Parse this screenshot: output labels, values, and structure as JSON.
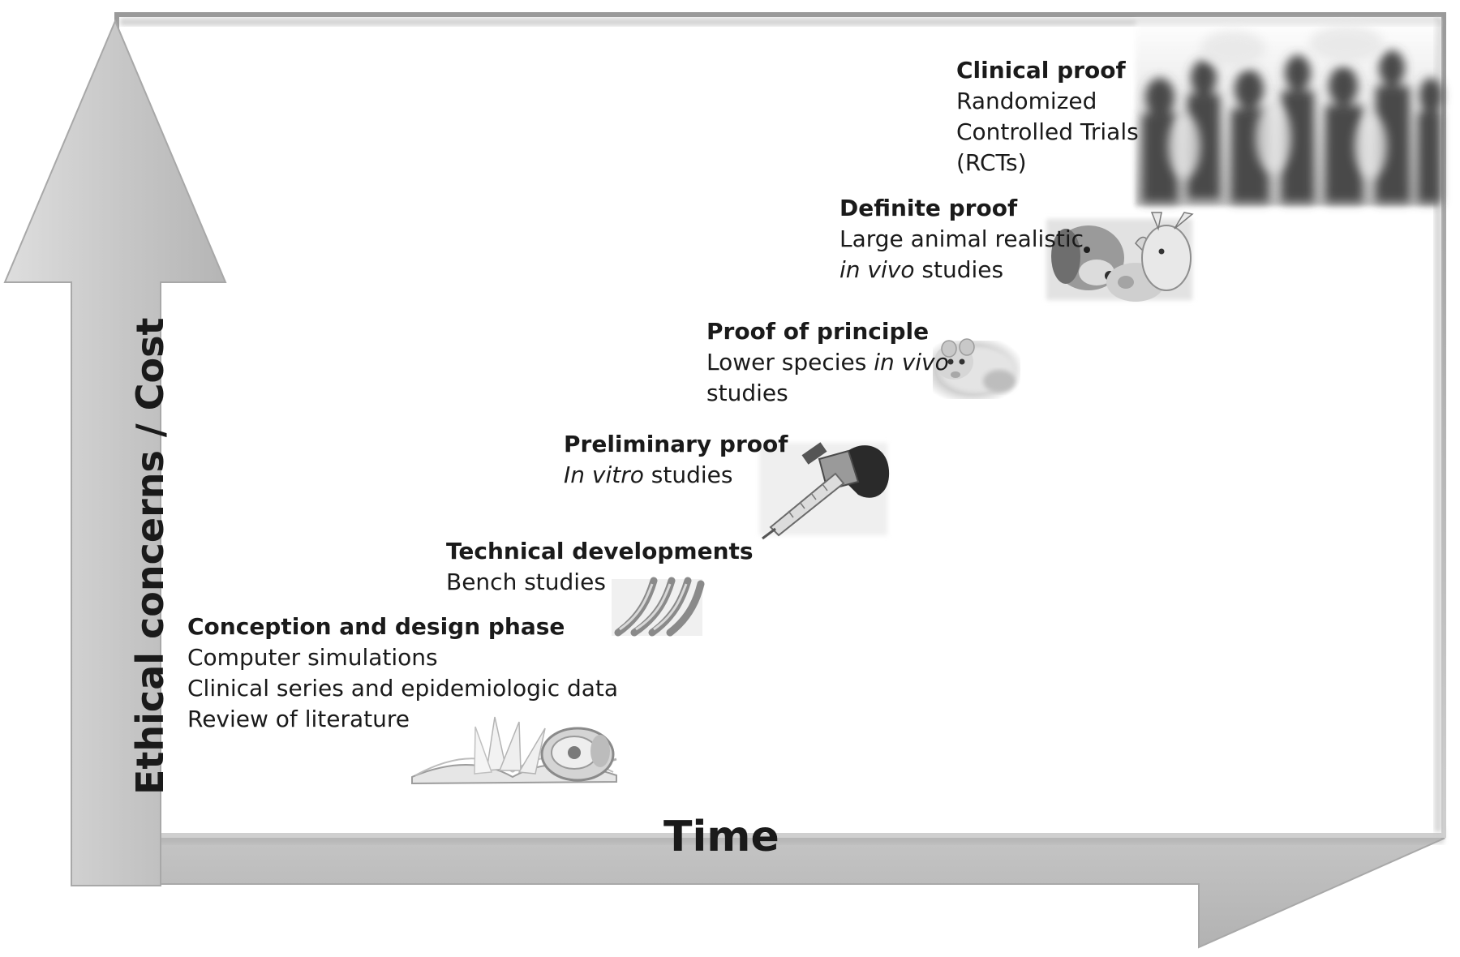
{
  "x_axis_label": "Time",
  "y_axis_label": "Ethical concerns / Cost",
  "stages": [
    {
      "title": "Conception and design phase",
      "lines": [
        [
          {
            "t": "Computer simulations"
          }
        ],
        [
          {
            "t": "Clinical series and epidemiologic data"
          }
        ],
        [
          {
            "t": "Review of literature"
          }
        ]
      ],
      "picture": "book-and-mouse-photo"
    },
    {
      "title": "Technical developments",
      "lines": [
        [
          {
            "t": "Bench studies"
          }
        ]
      ],
      "picture": "spring-coil-photo"
    },
    {
      "title": "Preliminary proof",
      "lines": [
        [
          {
            "t": "In vitro",
            "i": true
          },
          {
            "t": " studies"
          }
        ]
      ],
      "picture": "syringe-and-glove-photo"
    },
    {
      "title": "Proof of principle",
      "lines": [
        [
          {
            "t": "Lower species "
          },
          {
            "t": "in vivo",
            "i": true
          }
        ],
        [
          {
            "t": "studies"
          }
        ]
      ],
      "picture": "rat-photo"
    },
    {
      "title": "Definite proof",
      "lines": [
        [
          {
            "t": "Large animal realistic"
          }
        ],
        [
          {
            "t": "in vivo",
            "i": true
          },
          {
            "t": " studies"
          }
        ]
      ],
      "picture": "dog-pig-rabbit-photo"
    },
    {
      "title": "Clinical proof",
      "lines": [
        [
          {
            "t": "Randomized"
          }
        ],
        [
          {
            "t": "Controlled Trials"
          }
        ],
        [
          {
            "t": "(RCTs)"
          }
        ]
      ],
      "picture": "crowd-photo"
    }
  ]
}
